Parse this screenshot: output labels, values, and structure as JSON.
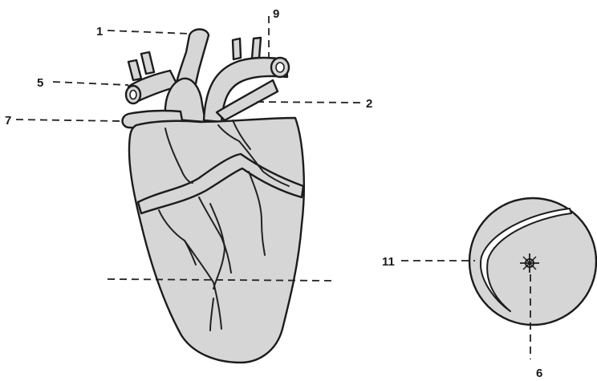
{
  "labels": {
    "l1": "1",
    "l2": "2",
    "l5": "5",
    "l6": "6",
    "l7": "7",
    "l9": "9",
    "l11": "11"
  },
  "colors": {
    "tissue_fill": "#d6d6d6",
    "outline": "#1c1c1c",
    "background": "#ffffff"
  }
}
